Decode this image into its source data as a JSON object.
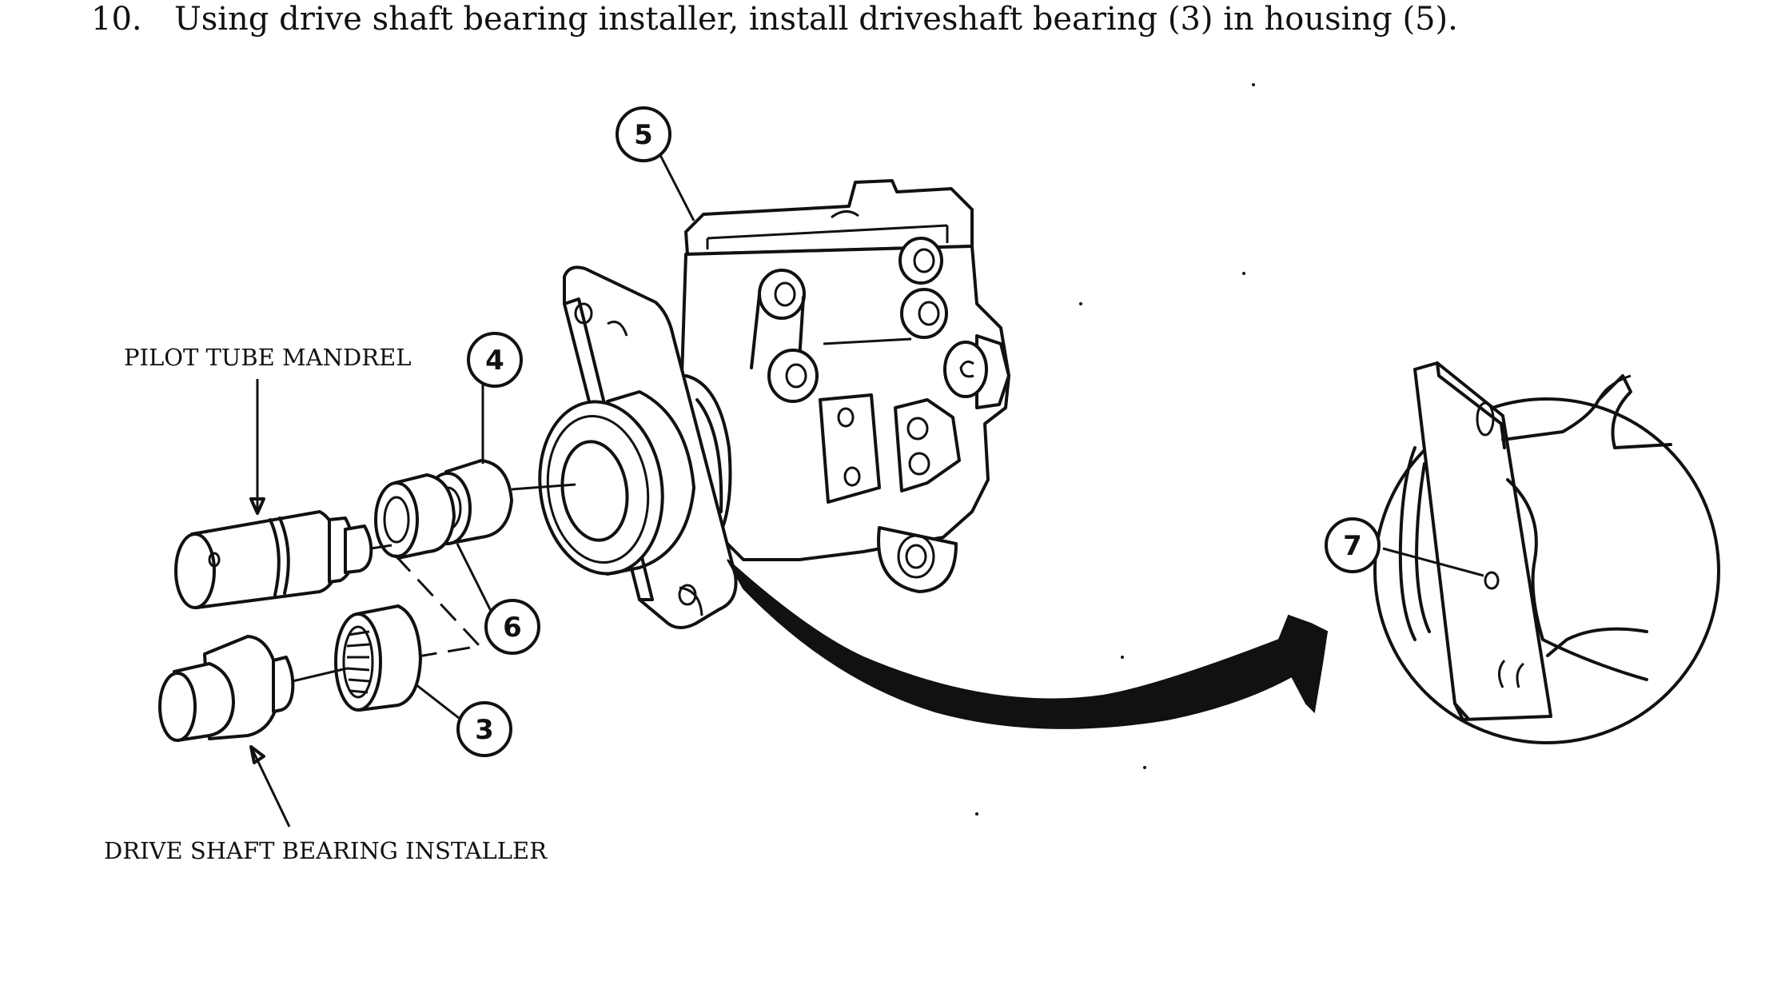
{
  "instruction": {
    "number": "10.",
    "text": "Using drive shaft bearing installer, install driveshaft bearing (3) in housing (5)."
  },
  "labels": {
    "pilot_tube_mandrel": "PILOT TUBE MANDREL",
    "drive_shaft_bearing_installer": "DRIVE SHAFT BEARING INSTALLER"
  },
  "callouts": {
    "housing": "5",
    "seal": "4",
    "spacer": "6",
    "bearing": "3",
    "detail": "7"
  }
}
